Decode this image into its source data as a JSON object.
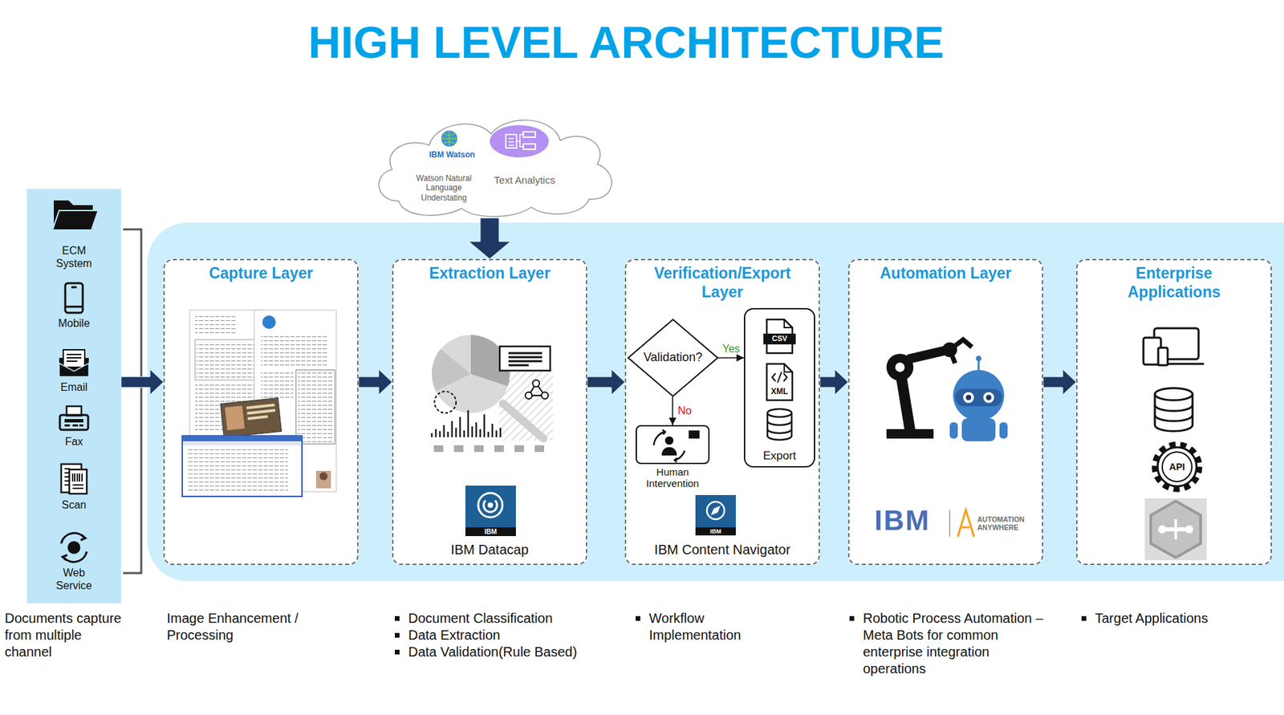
{
  "diagram": {
    "title": "HIGH LEVEL ARCHITECTURE",
    "nodes": [
      {
        "text": [
          "ECM System",
          "Mobile",
          "Email",
          "Fax",
          "Scan",
          "Web Service"
        ]
      },
      {
        "text": [
          "IBM Watson",
          "Watson Natural Language Understating",
          "Text Analytics"
        ]
      },
      {
        "text": [
          "Capture Layer"
        ]
      },
      {
        "text": [
          "Extraction Layer",
          "IBM Datacap"
        ]
      },
      {
        "text": [
          "Verification/Export Layer",
          "IBM Content Navigator"
        ]
      },
      {
        "text": [
          "Validation?"
        ],
        "in": 4
      },
      {
        "text": [
          "CSV",
          "XML",
          "Export"
        ],
        "in": 4
      },
      {
        "text": [
          "Human Intervention"
        ],
        "in": 4
      },
      {
        "text": [
          "Automation Layer"
        ]
      },
      {
        "text": [
          "Enterprise Applications"
        ]
      }
    ],
    "edges": [
      {
        "from": 0,
        "to": 2,
        "arrow": "to"
      },
      {
        "from": 1,
        "to": 3,
        "arrow": "to"
      },
      {
        "from": 2,
        "to": 3,
        "arrow": "to"
      },
      {
        "from": 3,
        "to": 4,
        "arrow": "to"
      },
      {
        "from": 5,
        "to": 6,
        "label": "Yes",
        "arrow": "to"
      },
      {
        "from": 5,
        "to": 7,
        "label": "No",
        "arrow": "to"
      },
      {
        "from": 4,
        "to": 8,
        "arrow": "to"
      },
      {
        "from": 8,
        "to": 9,
        "arrow": "to"
      }
    ],
    "labels": [
      "IBM",
      "IBM",
      "IBM",
      "AUTOMATION ANYWHERE",
      "API",
      "Documents capture from multiple channel",
      "Image Enhancement / Processing",
      "Document Classification",
      "Data Extraction",
      "Data Validation(Rule Based)",
      "Workflow Implementation",
      "Robotic Process Automation – Meta Bots for common enterprise integration operations",
      "Target Applications"
    ]
  }
}
